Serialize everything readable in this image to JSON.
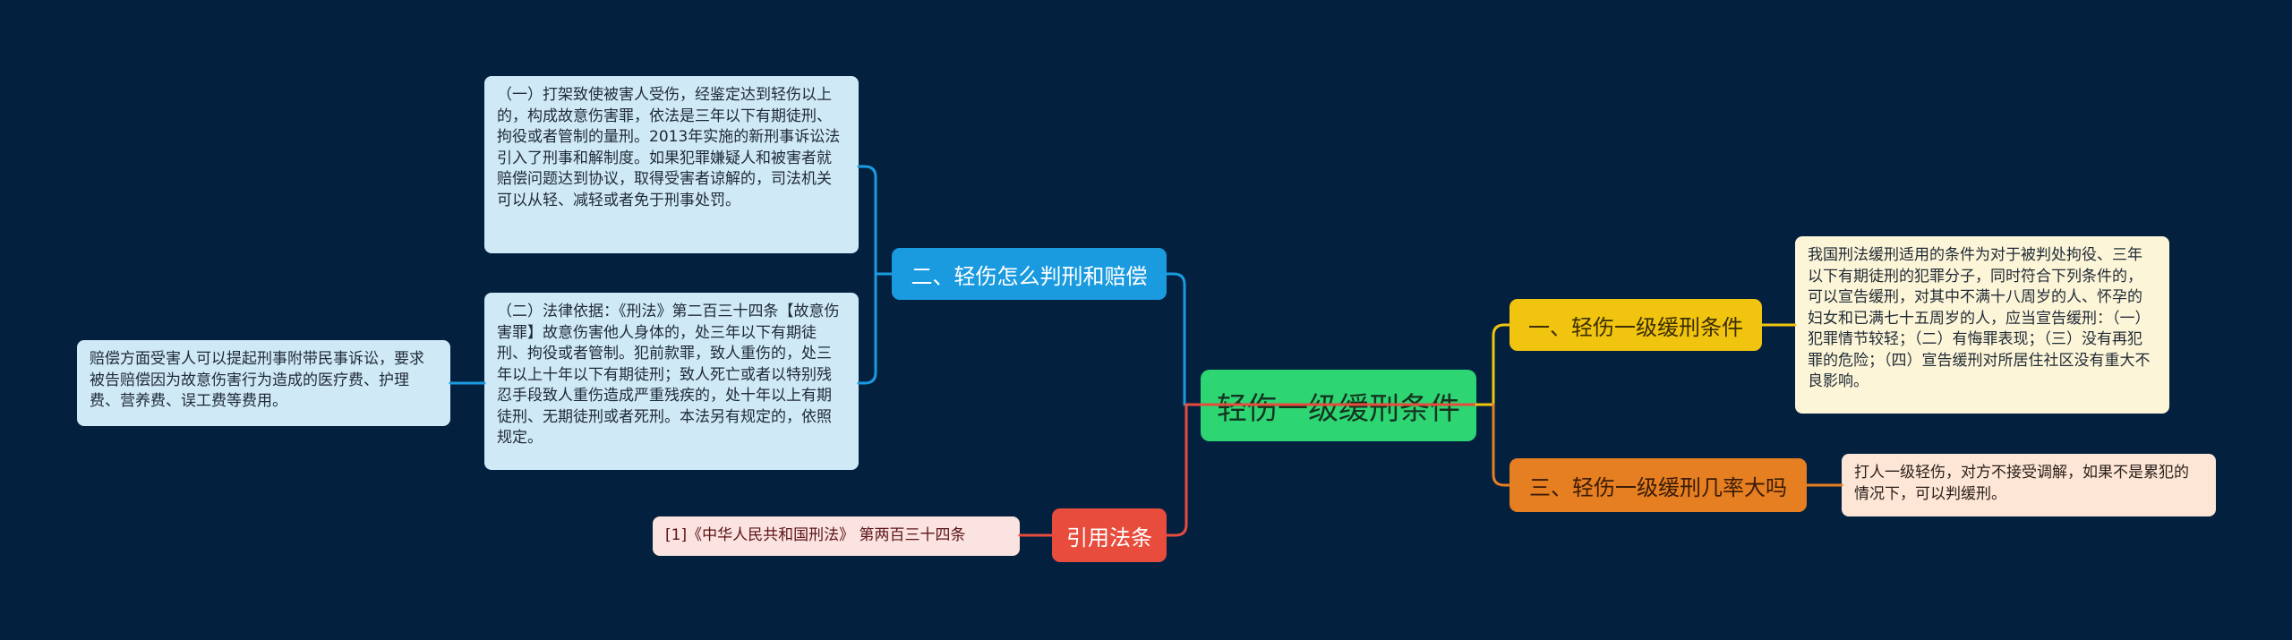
{
  "central": {
    "label": "轻伤一级缓刑条件",
    "color": "#2ed573"
  },
  "branches": {
    "conditions": {
      "label": "一、轻伤一级缓刑条件",
      "color": "#f1c40f",
      "detail": "我国刑法缓刑适用的条件为对于被判处拘役、三年以下有期徒刑的犯罪分子，同时符合下列条件的，可以宣告缓刑，对其中不满十八周岁的人、怀孕的妇女和已满七十五周岁的人，应当宣告缓刑：（一）犯罪情节较轻；（二）有悔罪表现；（三）没有再犯罪的危险；（四）宣告缓刑对所居住社区没有重大不良影响。"
    },
    "sentencing": {
      "label": "二、轻伤怎么判刑和赔偿",
      "color": "#1a9be0",
      "details": [
        "（一）打架致使被害人受伤，经鉴定达到轻伤以上的，构成故意伤害罪，依法是三年以下有期徒刑、拘役或者管制的量刑。2013年实施的新刑事诉讼法引入了刑事和解制度。如果犯罪嫌疑人和被害者就赔偿问题达到协议，取得受害者谅解的，司法机关可以从轻、减轻或者免于刑事处罚。",
        "（二）法律依据：《刑法》第二百三十四条【故意伤害罪】故意伤害他人身体的，处三年以下有期徒刑、拘役或者管制。犯前款罪，致人重伤的，处三年以上十年以下有期徒刑；致人死亡或者以特别残忍手段致人重伤造成严重残疾的，处十年以上有期徒刑、无期徒刑或者死刑。本法另有规定的，依照规定。"
      ],
      "sub_detail": "赔偿方面受害人可以提起刑事附带民事诉讼，要求被告赔偿因为故意伤害行为造成的医疗费、护理费、营养费、误工费等费用。"
    },
    "probability": {
      "label": "三、轻伤一级缓刑几率大吗",
      "color": "#e67e22",
      "detail": "打人一级轻伤，对方不接受调解，如果不是累犯的情况下，可以判缓刑。"
    },
    "citations": {
      "label": "引用法条",
      "color": "#e74c3c",
      "detail": "[1]《中华人民共和国刑法》 第两百三十四条"
    }
  }
}
